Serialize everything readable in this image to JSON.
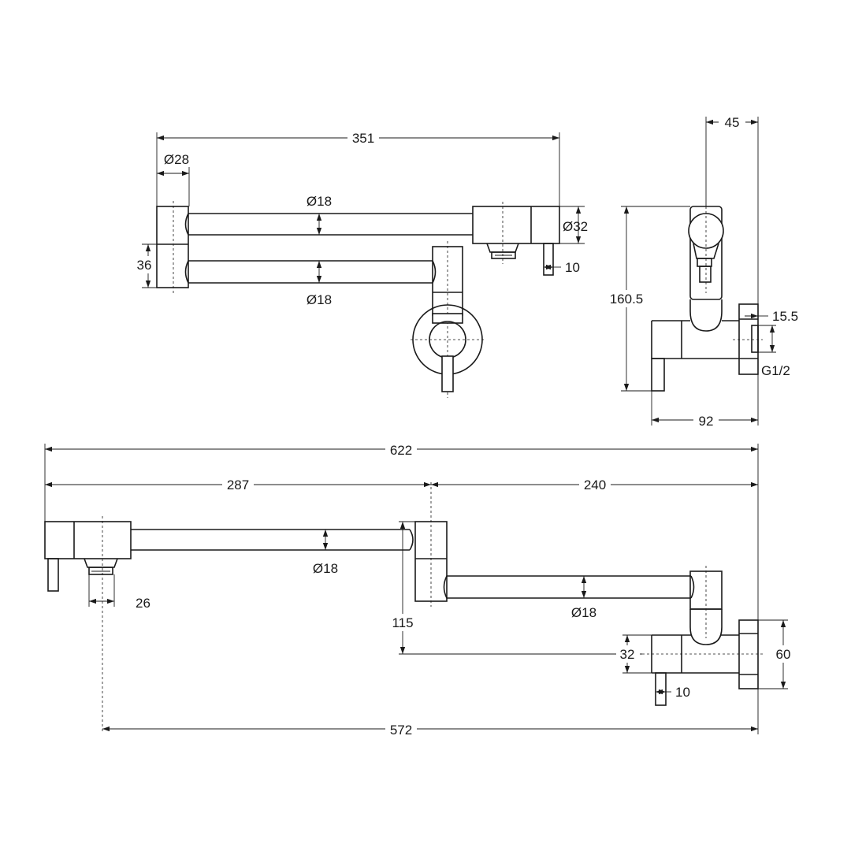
{
  "title": "",
  "colors": {
    "line": "#1a1a1a",
    "background": "#ffffff"
  },
  "views": {
    "top": {
      "dims": {
        "overall_width": "351",
        "pivot_diameter": "Ø28",
        "upper_arm_diameter": "Ø18",
        "spout_diameter": "Ø32",
        "arm_spacing": "36",
        "lower_arm_diameter": "Ø18",
        "handle_width": "10"
      }
    },
    "side": {
      "dims": {
        "depth_top": "45",
        "height": "160.5",
        "flange_thickness": "15.5",
        "thread": "G1/2",
        "depth_bottom": "92"
      }
    },
    "front": {
      "dims": {
        "overall_length": "622",
        "outer_arm_length": "287",
        "inner_arm_length": "240",
        "outer_arm_diameter": "Ø18",
        "aerator_width": "26",
        "inner_arm_diameter": "Ø18",
        "drop_height": "115",
        "body_height": "32",
        "flange_height": "60",
        "handle_width": "10",
        "reach": "572"
      }
    }
  }
}
